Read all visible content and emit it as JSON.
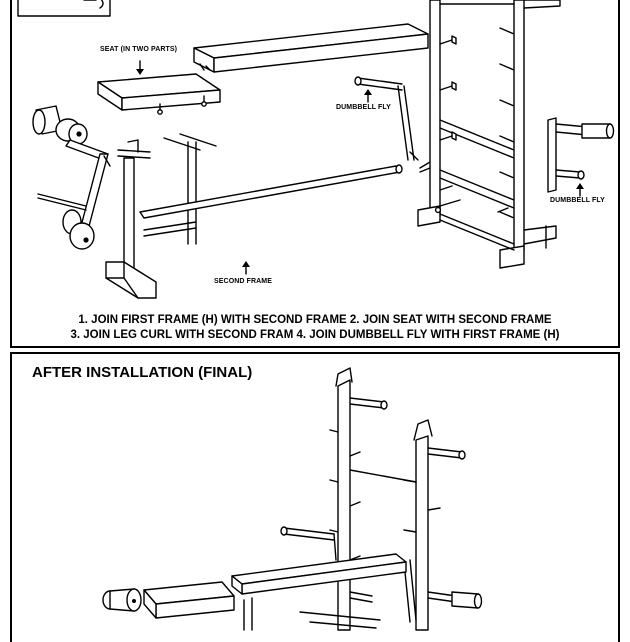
{
  "labels": {
    "seat": "SEAT (IN TWO PARTS)",
    "dumbbell_fly_left": "DUMBBELL FLY",
    "dumbbell_fly_right": "DUMBBELL FLY",
    "second_frame": "SECOND FRAME"
  },
  "steps": {
    "line1": "1.  JOIN FIRST FRAME (H) WITH SECOND FRAME    2. JOIN SEAT WITH SECOND FRAME",
    "line2": "3. JOIN LEG CURL WITH SECOND FRAM 4. JOIN DUMBBELL FLY WITH FIRST FRAME (H)"
  },
  "final_heading": "AFTER INSTALLATION (FINAL)"
}
